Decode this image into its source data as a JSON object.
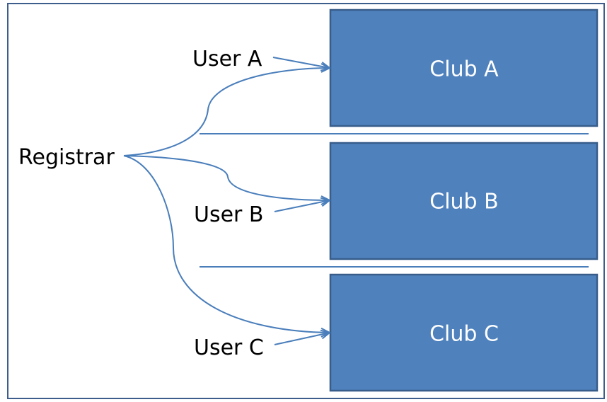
{
  "diagram": {
    "registrar_label": "Registrar",
    "users": [
      {
        "label": "User A"
      },
      {
        "label": "User B"
      },
      {
        "label": "User C"
      }
    ],
    "clubs": [
      {
        "label": "Club A"
      },
      {
        "label": "Club B"
      },
      {
        "label": "Club C"
      }
    ],
    "colors": {
      "club_fill": "#4f81bd",
      "club_border": "#385d8a",
      "line": "#4a7ebb",
      "frame_border": "#3d5d8d"
    }
  }
}
